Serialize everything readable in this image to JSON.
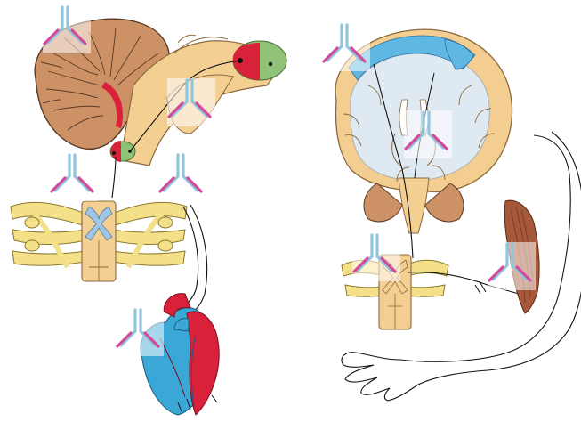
{
  "figure": {
    "background": "#ffffff",
    "colors": {
      "antibody_heavy": "#8fc6dc",
      "antibody_light": "#d44a9a",
      "cerebellum": "#cc9266",
      "brainstem": "#f3cf92",
      "nerve_yellow": "#f5e08a",
      "heart_red": "#d9213a",
      "heart_blue": "#3aa7d6",
      "cortex_tan": "#f4cd90",
      "white_matter": "#dfe9f1",
      "motor_cortex_blue": "#5fb8e3",
      "muscle_brown": "#a6583a",
      "nucleus_green": "#8fc276",
      "nucleus_red": "#cf2a2f"
    },
    "icons": [
      "antibody-icon",
      "cerebellum-brainstem-illustration",
      "spinal-cord-segment-illustration",
      "heart-illustration",
      "brain-coronal-section-illustration",
      "arm-muscle-illustration"
    ],
    "antibody_count": 9
  }
}
